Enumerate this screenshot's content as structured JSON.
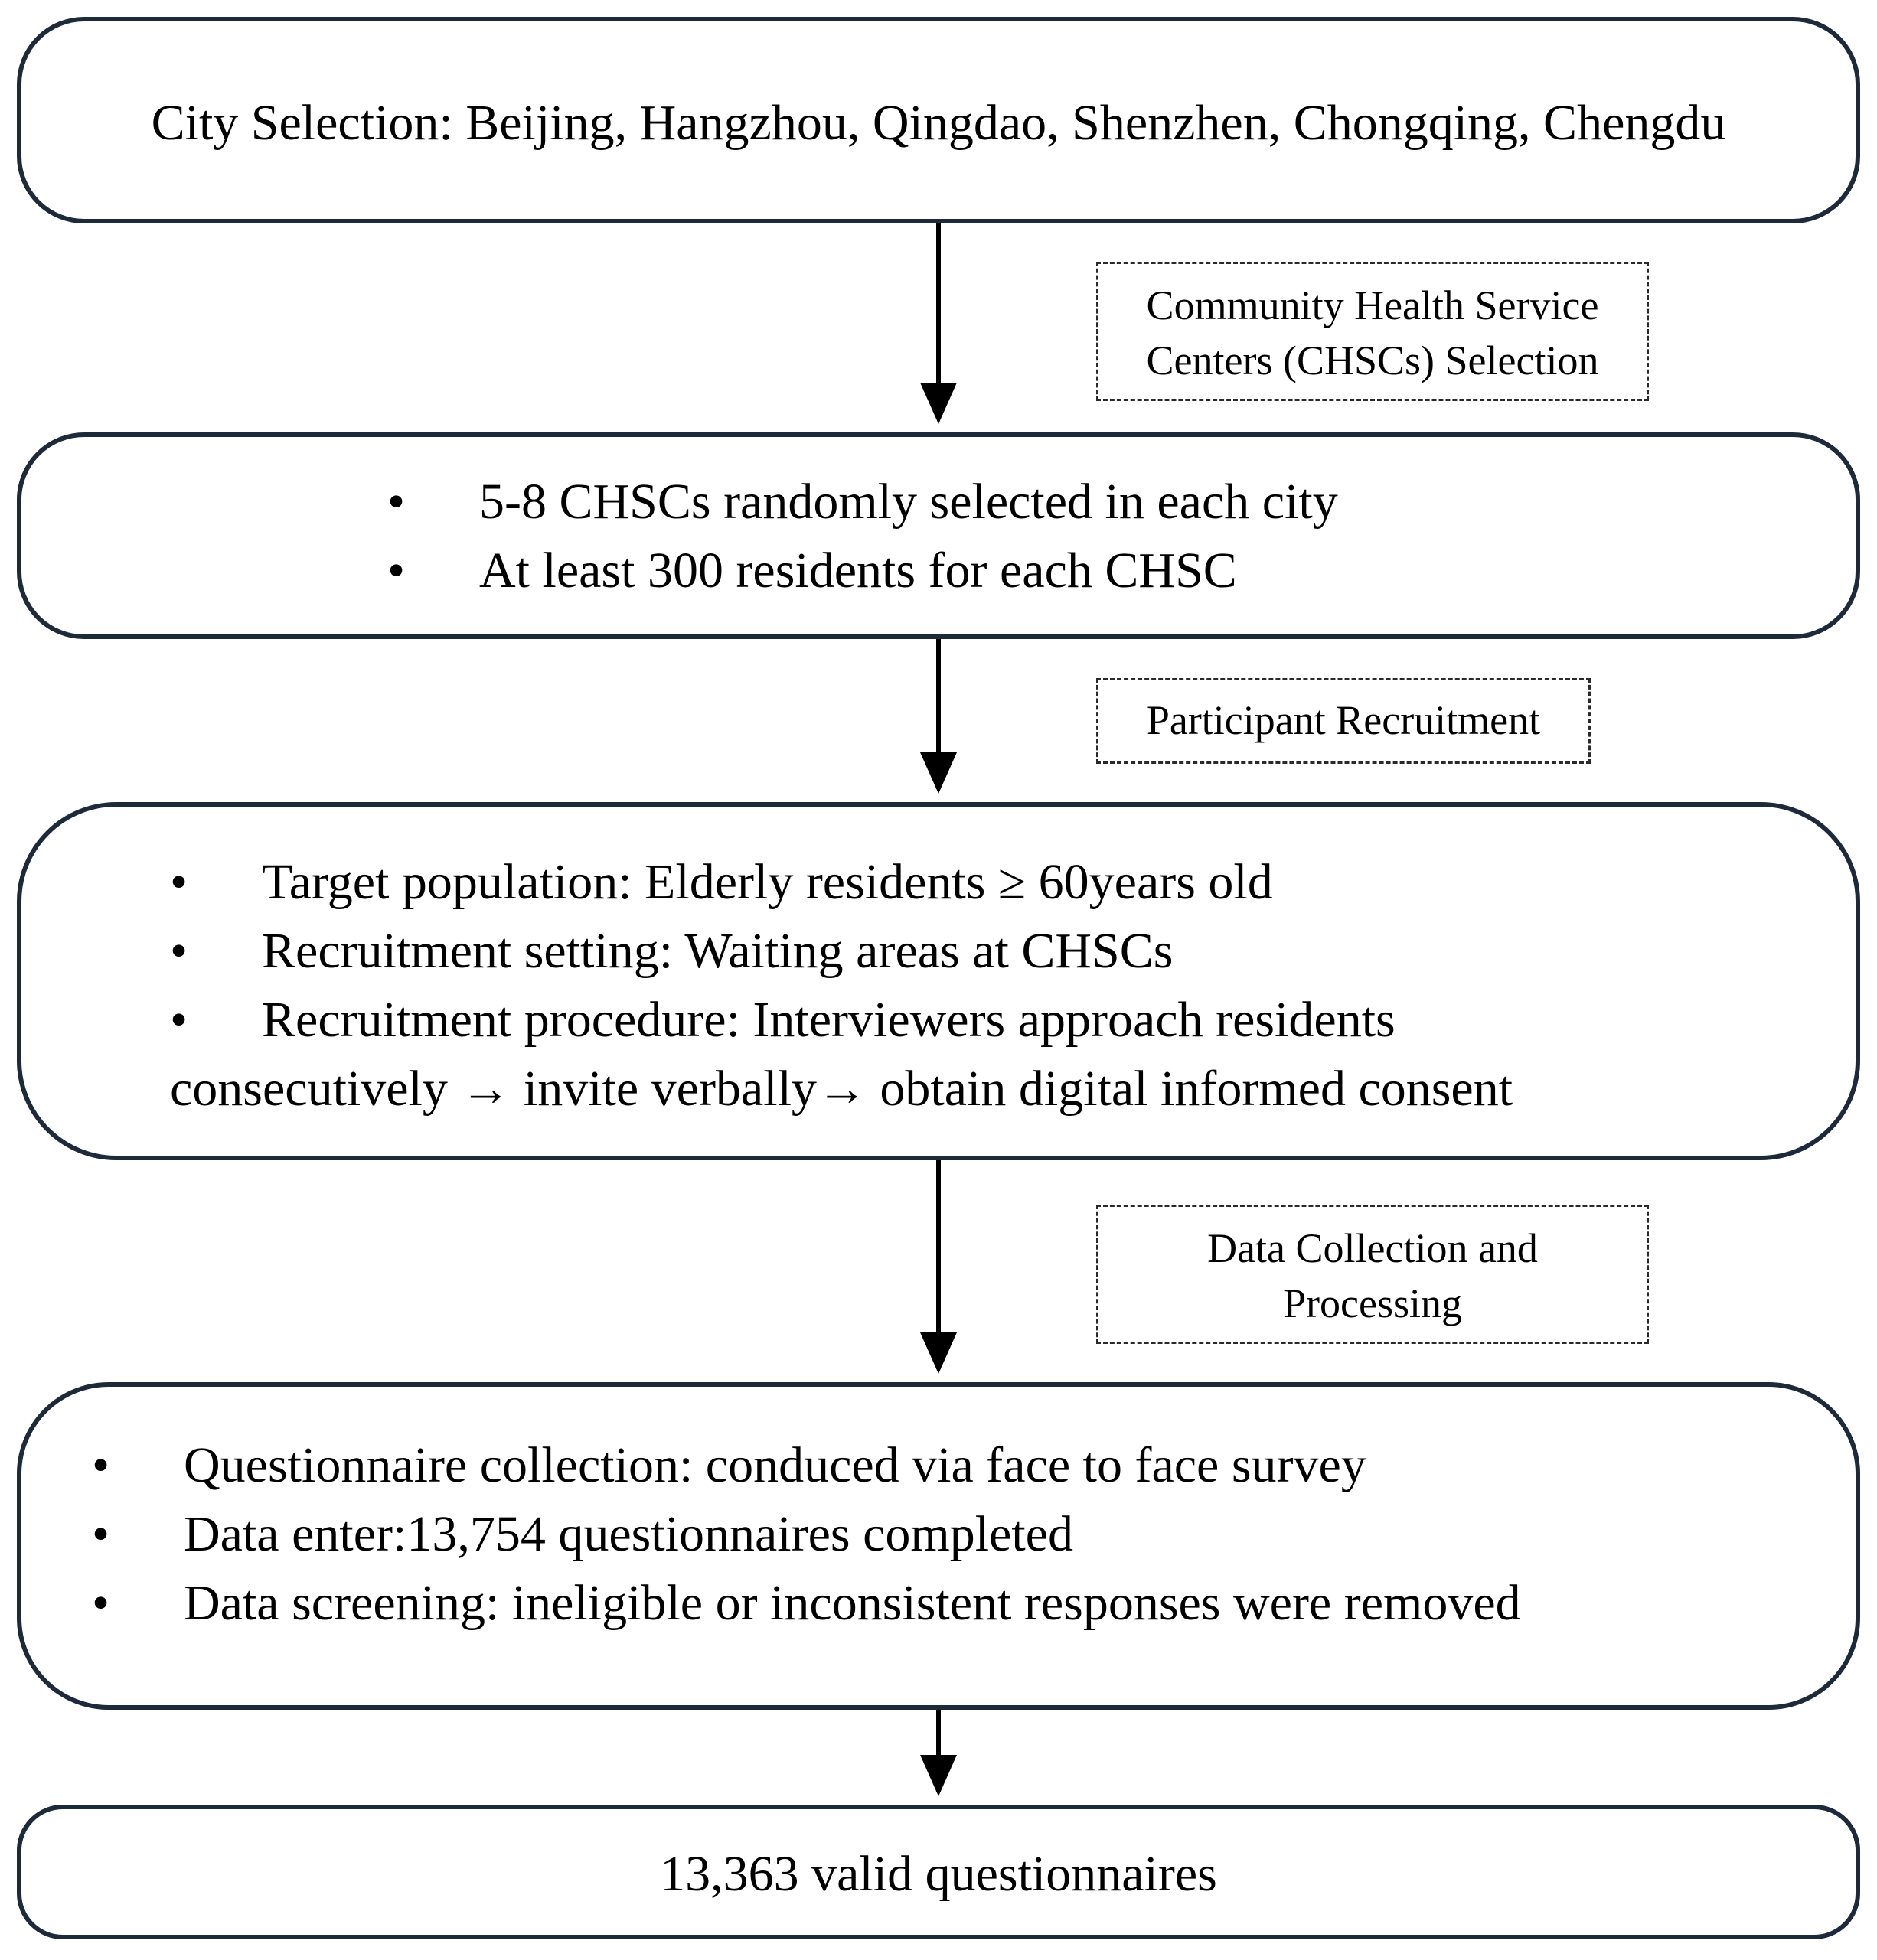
{
  "city_box": {
    "text": "City Selection: Beijing, Hangzhou, Qingdao, Shenzhen, Chongqing, Chengdu"
  },
  "step_labels": {
    "chsc_selection": [
      "Community Health Service",
      "Centers (CHSCs) Selection"
    ],
    "participant_recruitment": "Participant Recruitment",
    "data_collection": [
      "Data Collection and",
      "Processing"
    ]
  },
  "chsc_box": {
    "bullet": "•",
    "items": [
      "5-8 CHSCs randomly selected in each city",
      "At least 300 residents for each CHSC"
    ]
  },
  "recruit_box": {
    "bullet": "•",
    "items": [
      "Target population: Elderly residents ≥ 60years old",
      "Recruitment setting: Waiting areas at CHSCs",
      "Recruitment procedure: Interviewers approach residents"
    ],
    "continuation": "consecutively → invite verbally→ obtain digital informed consent"
  },
  "data_box": {
    "bullet": "•",
    "items": [
      "Questionnaire collection: conduced via face to face survey",
      "Data enter:13,754 questionnaires completed",
      "Data screening: ineligible or inconsistent responses were removed"
    ]
  },
  "valid_box": {
    "text": "13,363 valid questionnaires"
  },
  "colors": {
    "box_border": "#1d2a3a",
    "arrow": "#000000",
    "dashed_border": "#2a2a2a"
  }
}
